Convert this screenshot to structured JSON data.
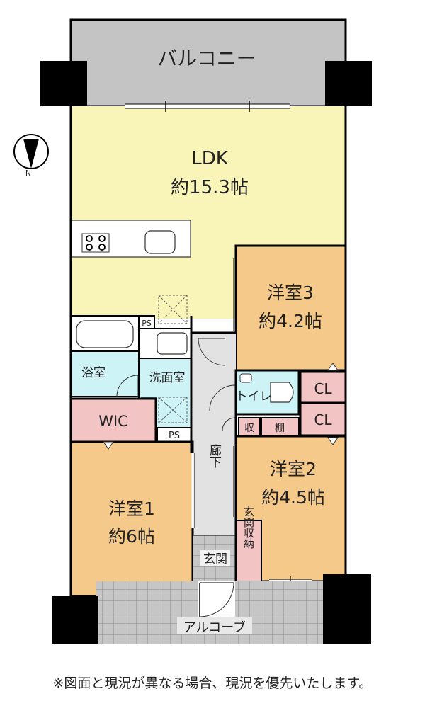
{
  "rooms": {
    "balcony": "バルコニー",
    "ldk": "LDK",
    "ldk_size": "約15.3帖",
    "western3": "洋室3",
    "western3_size": "約4.2帖",
    "bath": "浴室",
    "washroom": "洗面室",
    "toilet": "トイレ",
    "cl_upper": "CL",
    "cl_lower": "CL",
    "storage_small": "収",
    "shelf": "棚",
    "wic": "WIC",
    "storage_wash": "収",
    "ps_upper": "PS",
    "ps_lower": "PS",
    "hallway": "廊下",
    "western2": "洋室2",
    "western2_size": "約4.5帖",
    "western1": "洋室1",
    "western1_size": "約6帖",
    "entrance": "玄関",
    "entrance_storage": "玄関収納",
    "alcove": "アルコーブ"
  },
  "compass": {
    "north": "N"
  },
  "note": "※図面と現況が異なる場合、現況を優先いたします。"
}
